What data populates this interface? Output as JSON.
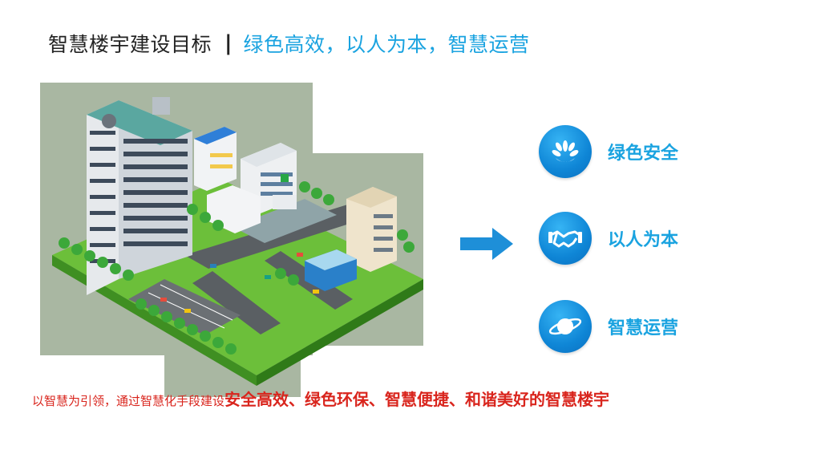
{
  "title": {
    "main": "智慧楼宇建设目标",
    "separator": "|",
    "sub": "绿色高效，以人为本，智慧运营"
  },
  "goals": [
    {
      "label": "绿色安全",
      "icon": "laurel-wreath-icon"
    },
    {
      "label": "以人为本",
      "icon": "handshake-icon"
    },
    {
      "label": "智慧运营",
      "icon": "planet-icon"
    }
  ],
  "summary": {
    "lead": "以智慧为引领，通过智慧化手段建设",
    "emphasis": "安全高效、绿色环保、智慧便捷、和谐美好的智慧楼宇"
  },
  "colors": {
    "accent_blue": "#1aa3e0",
    "icon_blue": "#0f86d6",
    "emphasis_red": "#d9251d",
    "illustration_bg": "#a9b7a2"
  }
}
